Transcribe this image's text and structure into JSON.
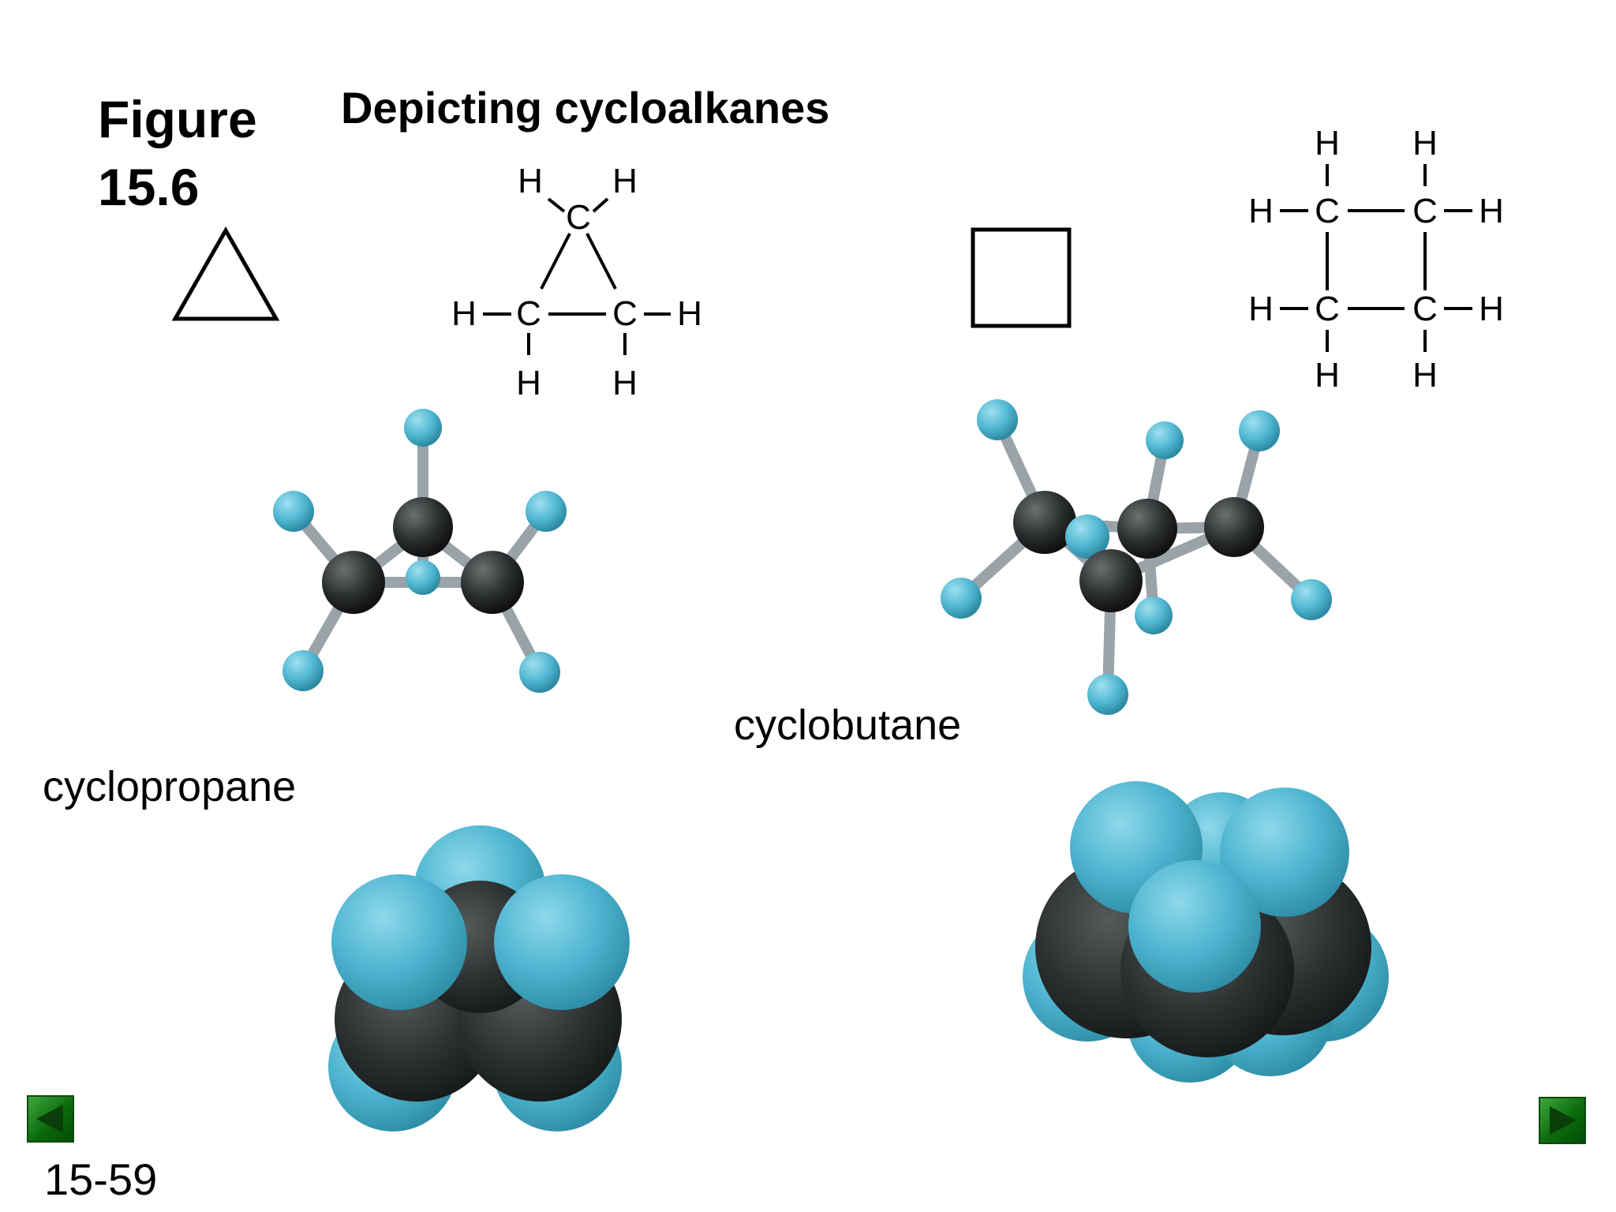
{
  "slide": {
    "figure_label_line1": "Figure",
    "figure_label_line2": "15.6",
    "title": "Depicting cycloalkanes",
    "caption_cyclopropane": "cyclopropane",
    "caption_cyclobutane": "cyclobutane",
    "slide_number": "15-59"
  },
  "atoms": {
    "carbon": "C",
    "hydrogen": "H"
  },
  "colors": {
    "carbon_atom": "#2b2f2f",
    "hydrogen_atom": "#4fb6d1",
    "bond": "#9aa3a8",
    "nav_button": "#0b6b0b"
  },
  "navigation": {
    "prev_icon": "triangle-left-icon",
    "next_icon": "triangle-right-icon"
  }
}
